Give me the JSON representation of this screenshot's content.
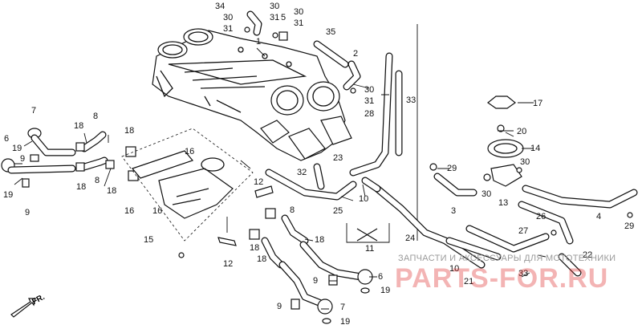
{
  "title": "",
  "watermark": {
    "caption": "ЗАПЧАСТИ И АКСЕССУАРЫ ДЛЯ МОТОТЕХНИКИ",
    "brand": "PARTS-FOR.RU"
  },
  "direction_label": "FR.",
  "callouts": [
    {
      "id": "c34",
      "text": "34"
    },
    {
      "id": "c30a",
      "text": "30"
    },
    {
      "id": "c31a",
      "text": "31"
    },
    {
      "id": "c30b",
      "text": "30"
    },
    {
      "id": "c31b",
      "text": "31"
    },
    {
      "id": "c5",
      "text": "5"
    },
    {
      "id": "c30c",
      "text": "30"
    },
    {
      "id": "c31c",
      "text": "31"
    },
    {
      "id": "c1",
      "text": "1"
    },
    {
      "id": "c35",
      "text": "35"
    },
    {
      "id": "c2",
      "text": "2"
    },
    {
      "id": "c30d",
      "text": "30"
    },
    {
      "id": "c31d",
      "text": "31"
    },
    {
      "id": "c33a",
      "text": "33"
    },
    {
      "id": "c28",
      "text": "28"
    },
    {
      "id": "c17",
      "text": "17"
    },
    {
      "id": "c20",
      "text": "20"
    },
    {
      "id": "c14",
      "text": "14"
    },
    {
      "id": "c29a",
      "text": "29"
    },
    {
      "id": "c30e",
      "text": "30"
    },
    {
      "id": "c30f",
      "text": "30"
    },
    {
      "id": "c13",
      "text": "13"
    },
    {
      "id": "c3",
      "text": "3"
    },
    {
      "id": "c26",
      "text": "26"
    },
    {
      "id": "c4",
      "text": "4"
    },
    {
      "id": "c29b",
      "text": "29"
    },
    {
      "id": "c27",
      "text": "27"
    },
    {
      "id": "c22",
      "text": "22"
    },
    {
      "id": "c33b",
      "text": "33"
    },
    {
      "id": "c10a",
      "text": "10"
    },
    {
      "id": "c21",
      "text": "21"
    },
    {
      "id": "c24",
      "text": "24"
    },
    {
      "id": "c10b",
      "text": "10"
    },
    {
      "id": "c25",
      "text": "25"
    },
    {
      "id": "c32",
      "text": "32"
    },
    {
      "id": "c23",
      "text": "23"
    },
    {
      "id": "c11",
      "text": "11"
    },
    {
      "id": "c7a",
      "text": "7"
    },
    {
      "id": "c6a",
      "text": "6"
    },
    {
      "id": "c19a",
      "text": "19"
    },
    {
      "id": "c9a",
      "text": "9"
    },
    {
      "id": "c19b",
      "text": "19"
    },
    {
      "id": "c9b",
      "text": "9"
    },
    {
      "id": "c8a",
      "text": "8"
    },
    {
      "id": "c18a",
      "text": "18"
    },
    {
      "id": "c18b",
      "text": "18"
    },
    {
      "id": "c8b",
      "text": "8"
    },
    {
      "id": "c18c",
      "text": "18"
    },
    {
      "id": "c18d",
      "text": "18"
    },
    {
      "id": "c16a",
      "text": "16"
    },
    {
      "id": "c16b",
      "text": "16"
    },
    {
      "id": "c16c",
      "text": "16"
    },
    {
      "id": "c15",
      "text": "15"
    },
    {
      "id": "c12a",
      "text": "12"
    },
    {
      "id": "c12b",
      "text": "12"
    },
    {
      "id": "c8c",
      "text": "8"
    },
    {
      "id": "c18e",
      "text": "18"
    },
    {
      "id": "c18f",
      "text": "18"
    },
    {
      "id": "c18g",
      "text": "18"
    },
    {
      "id": "c9c",
      "text": "9"
    },
    {
      "id": "c6b",
      "text": "6"
    },
    {
      "id": "c19c",
      "text": "19"
    },
    {
      "id": "c9d",
      "text": "9"
    },
    {
      "id": "c7b",
      "text": "7"
    },
    {
      "id": "c19d",
      "text": "19"
    }
  ]
}
